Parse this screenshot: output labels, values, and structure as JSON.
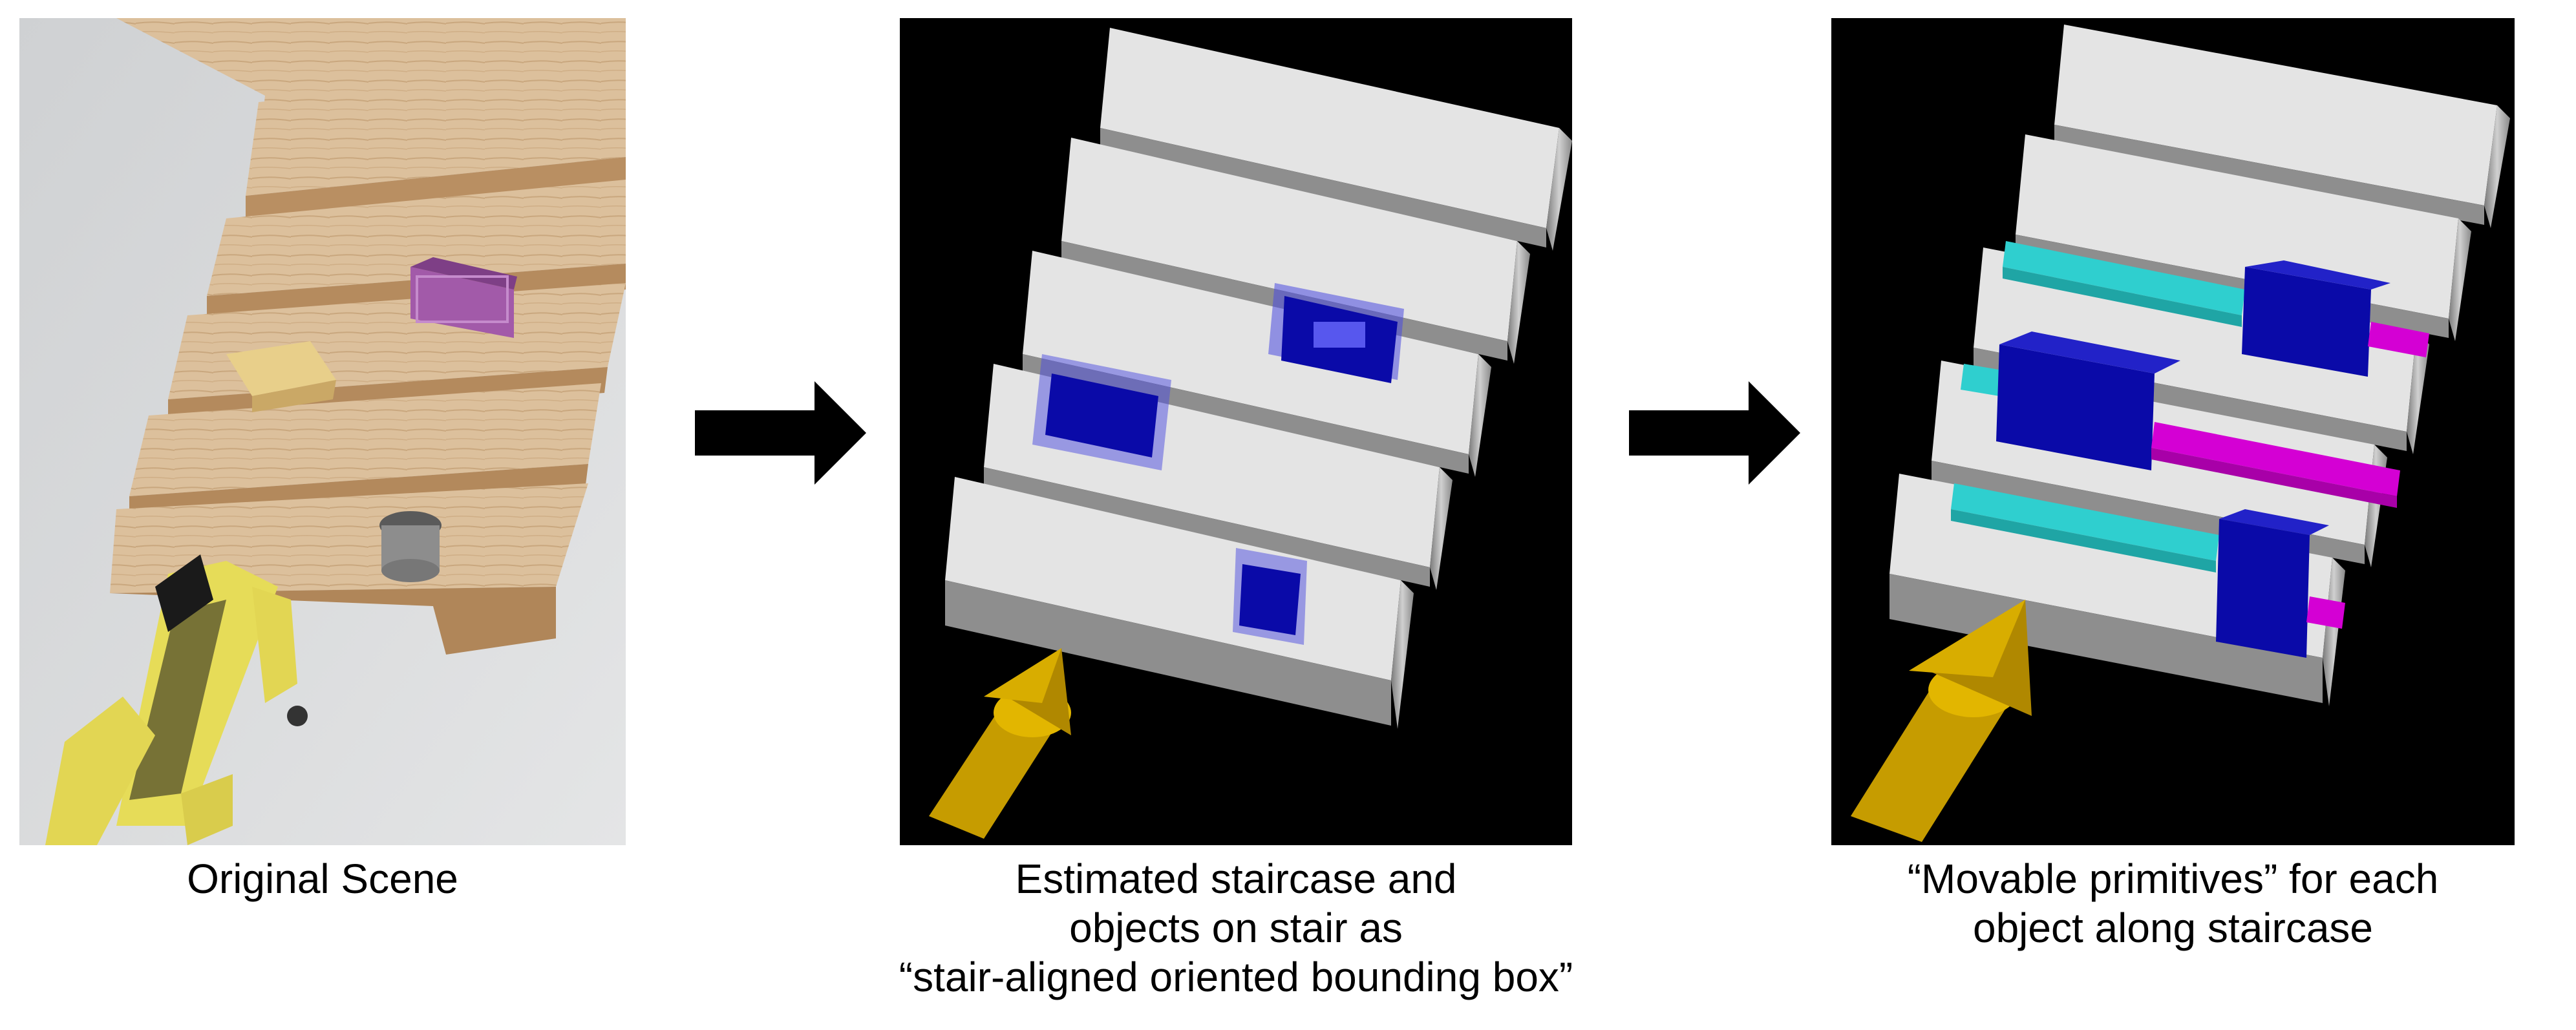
{
  "captions": {
    "panel1": [
      "Original Scene"
    ],
    "panel2": [
      "Estimated staircase and",
      "objects on stair as",
      "“stair-aligned oriented bounding box”"
    ],
    "panel3": [
      "“Movable primitives” for each",
      "object along staircase"
    ]
  },
  "colors": {
    "background": "#ffffff",
    "panel_background": "#000000",
    "step_top": "#e6e6e6",
    "step_side": "#9a9a9a",
    "object_box": "#0a0aa8",
    "primitive_positive": "#d400d4",
    "primitive_negative": "#2fcfcf",
    "robot_arrow": "#c9a000",
    "wood": "#d9bb93",
    "robot": "#e9de5a"
  },
  "icons": [
    "right-arrow-icon",
    "right-arrow-icon"
  ]
}
